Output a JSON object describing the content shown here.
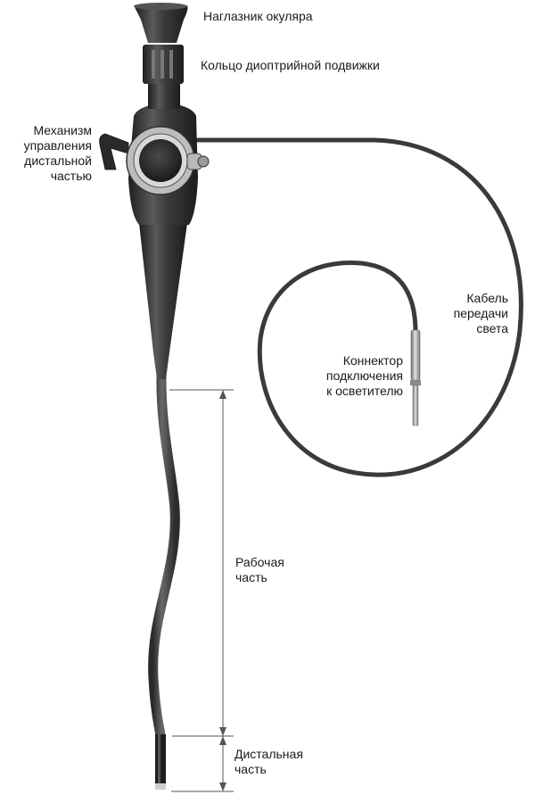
{
  "labels": {
    "eyepiece": "Наглазник окуляра",
    "diopter_ring": "Кольцо диоптрийной подвижки",
    "distal_control": [
      "Механизм",
      "управления",
      "дистальной",
      "частью"
    ],
    "light_cable": [
      "Кабель",
      "передачи",
      "света"
    ],
    "connector": [
      "Коннектор",
      "подключения",
      "к осветителю"
    ],
    "working_part": [
      "Рабочая",
      "часть"
    ],
    "distal_part": [
      "Дистальная",
      "часть"
    ]
  },
  "colors": {
    "body_dark": "#2b2b2b",
    "body_mid": "#4a4a4a",
    "highlight": "#8a8a8a",
    "cable": "#3a3a3a",
    "dimension_line": "#555555"
  }
}
